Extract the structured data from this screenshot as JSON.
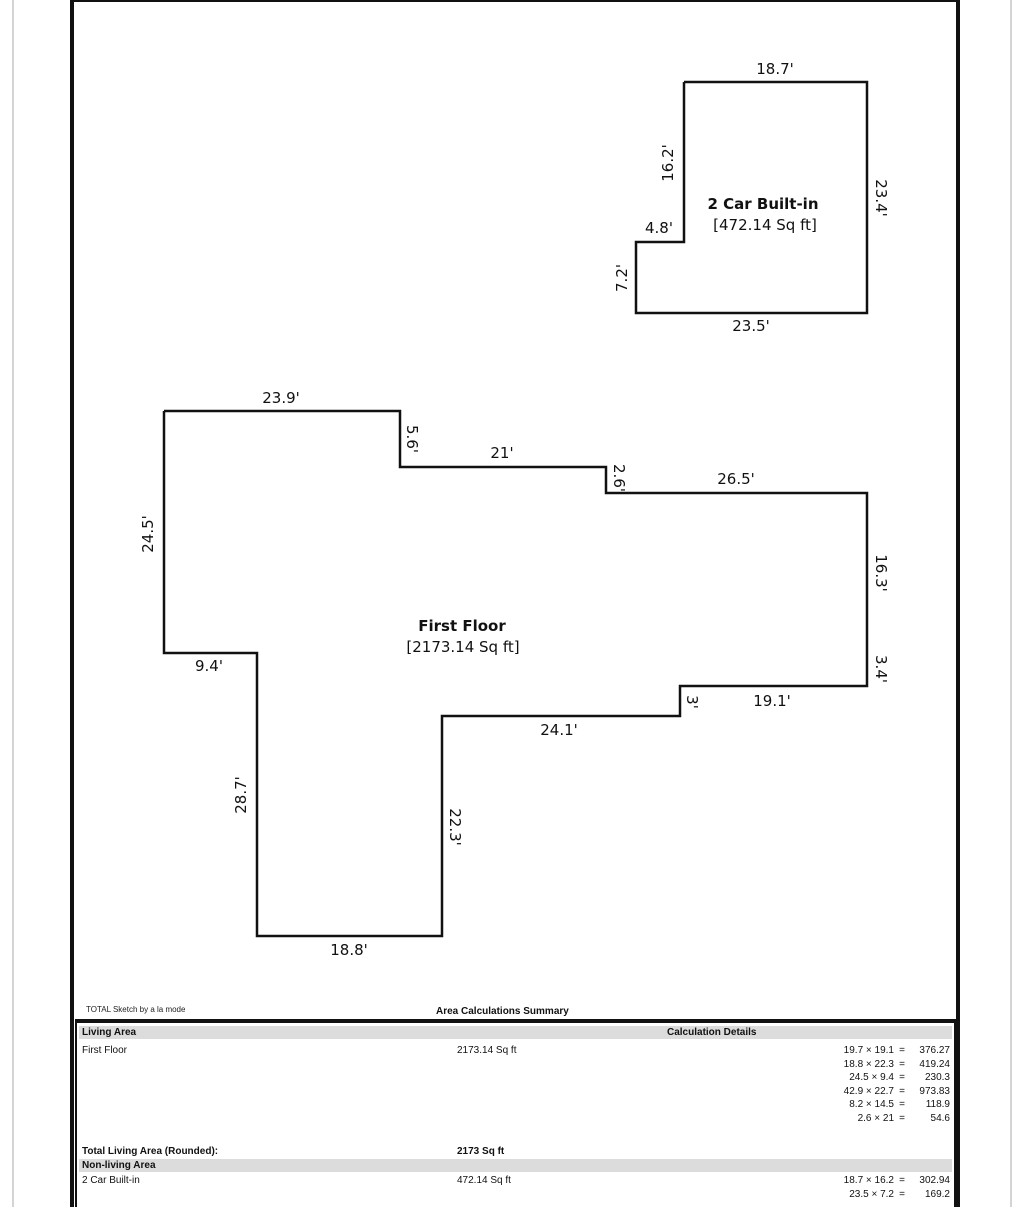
{
  "garage": {
    "name": "2 Car Built-in",
    "area": "[472.14 Sq ft]",
    "dims": {
      "top": "18.7'",
      "right": "23.4'",
      "bottom": "23.5'",
      "left_lower": "7.2'",
      "step": "4.8'",
      "left_upper": "16.2'"
    }
  },
  "first_floor": {
    "name": "First Floor",
    "area": "[2173.14 Sq ft]",
    "dims": {
      "top_left": "23.9'",
      "step_a": "5.6'",
      "top_mid": "21'",
      "step_b": "2.6'",
      "top_right": "26.5'",
      "right_upper": "16.3'",
      "right_step": "3.4'",
      "right_bottom": "19.1'",
      "jog": "3'",
      "mid_bottom": "24.1'",
      "inner_vertical": "22.3'",
      "bottom": "18.8'",
      "left_lower": "28.7'",
      "left_step": "9.4'",
      "left_upper": "24.5'"
    }
  },
  "footer": {
    "credit": "TOTAL Sketch by a la mode",
    "summary_title": "Area Calculations Summary"
  },
  "table": {
    "living_header": "Living Area",
    "calc_header": "Calculation Details",
    "first_floor_label": "First Floor",
    "first_floor_area": "2173.14 Sq ft",
    "living_calcs": [
      {
        "expr": "19.7 × 19.1",
        "eq": "=",
        "res": "376.27"
      },
      {
        "expr": "18.8 × 22.3",
        "eq": "=",
        "res": "419.24"
      },
      {
        "expr": "24.5 × 9.4",
        "eq": "=",
        "res": "230.3"
      },
      {
        "expr": "42.9 × 22.7",
        "eq": "=",
        "res": "973.83"
      },
      {
        "expr": "8.2 × 14.5",
        "eq": "=",
        "res": "118.9"
      },
      {
        "expr": "2.6 × 21",
        "eq": "=",
        "res": "54.6"
      }
    ],
    "total_label": "Total Living Area (Rounded):",
    "total_value": "2173 Sq ft",
    "nonliving_header": "Non-living Area",
    "garage_label": "2 Car Built-in",
    "garage_area": "472.14 Sq ft",
    "garage_calcs": [
      {
        "expr": "18.7 × 16.2",
        "eq": "=",
        "res": "302.94"
      },
      {
        "expr": "23.5 × 7.2",
        "eq": "=",
        "res": "169.2"
      }
    ]
  }
}
